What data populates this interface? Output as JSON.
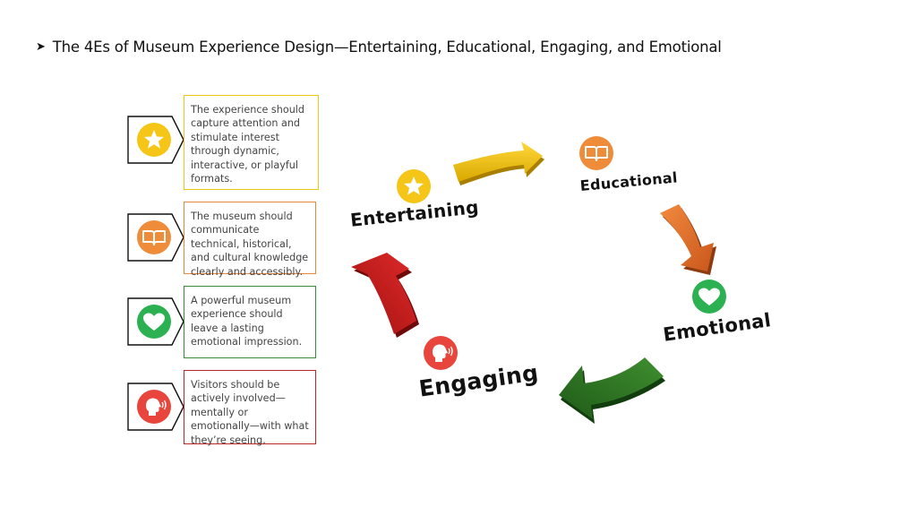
{
  "slide": {
    "title": "The 4Es of Museum Experience Design—Entertaining, Educational, Engaging, and Emotional",
    "bullet_glyph": "➤"
  },
  "cards": [
    {
      "id": "entertaining",
      "icon": "star-icon",
      "color": "#f5c518",
      "text": "The experience should capture attention and stimulate interest through dynamic, interactive, or playful formats."
    },
    {
      "id": "educational",
      "icon": "book-icon",
      "color": "#ef8c3a",
      "text": "The museum should communicate technical, historical, and cultural knowledge clearly and accessibly."
    },
    {
      "id": "emotional",
      "icon": "heart-icon",
      "color": "#2bb052",
      "text": "A powerful museum experience should leave a lasting emotional impression."
    },
    {
      "id": "engaging",
      "icon": "speaking-head-icon",
      "color": "#e8453c",
      "text": "Visitors should be actively involved—mentally or emotionally—with what they’re seeing."
    }
  ],
  "cycle": {
    "entertaining": {
      "label": "Entertaining",
      "icon": "star-icon",
      "color": "#f5c518"
    },
    "educational": {
      "label": "Educational",
      "icon": "book-icon",
      "color": "#ef8c3a"
    },
    "emotional": {
      "label": "Emotional",
      "icon": "heart-icon",
      "color": "#2bb052"
    },
    "engaging": {
      "label": "Engaging",
      "icon": "speaking-head-icon",
      "color": "#e8453c"
    }
  },
  "arrow_colors": {
    "entertaining_to_educational": "#f2c21b",
    "educational_to_emotional": "#e77a2e",
    "emotional_to_engaging": "#2f7a26",
    "engaging_to_entertaining": "#c81e1e"
  },
  "card_border_colors": [
    "#f0c419",
    "#e8873a",
    "#3a8a3a",
    "#b92828"
  ]
}
